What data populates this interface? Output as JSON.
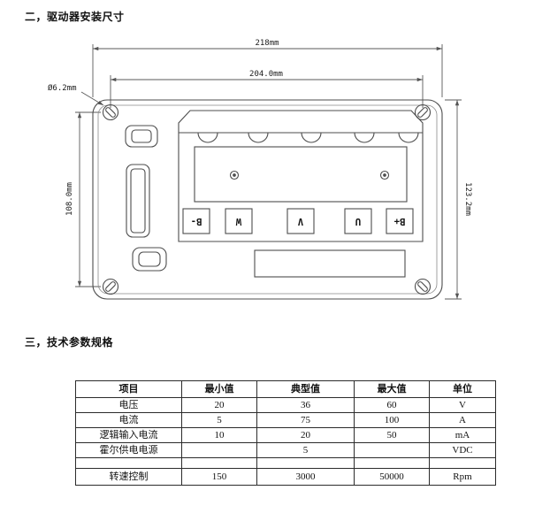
{
  "sections": {
    "mounting_title": "二，驱动器安装尺寸",
    "specs_title": "三，技术参数规格"
  },
  "drawing": {
    "overall_width": "218mm",
    "hole_spacing_width": "204.0mm",
    "hole_diameter": "Ø6.2mm",
    "hole_spacing_height": "108.0mm",
    "overall_height": "123.2mm",
    "terminals": [
      "B-",
      "W",
      "V",
      "U",
      "B+"
    ]
  },
  "table": {
    "headers": [
      "项目",
      "最小值",
      "典型值",
      "最大值",
      "单位"
    ],
    "rows": [
      [
        "电压",
        "20",
        "36",
        "60",
        "V"
      ],
      [
        "电流",
        "5",
        "75",
        "100",
        "A"
      ],
      [
        "逻辑输入电流",
        "10",
        "20",
        "50",
        "mA"
      ],
      [
        "霍尔供电电源",
        "",
        "5",
        "",
        "VDC"
      ],
      [
        "",
        "",
        "",
        "",
        ""
      ],
      [
        "转速控制",
        "150",
        "3000",
        "50000",
        "Rpm"
      ]
    ]
  }
}
